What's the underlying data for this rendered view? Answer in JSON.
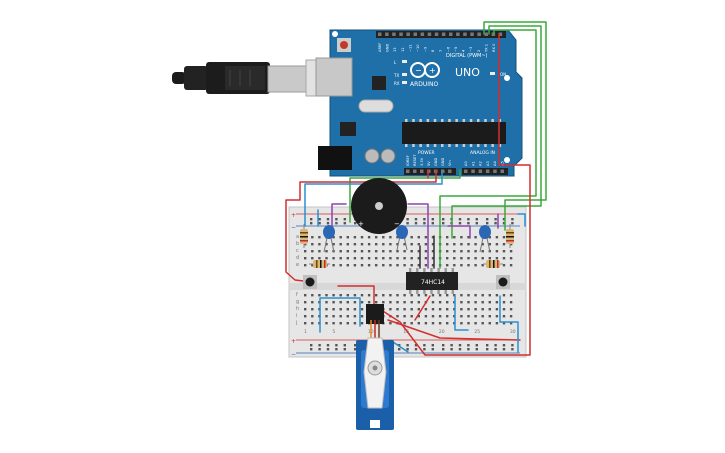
{
  "arduino": {
    "brand": "UNO",
    "logo_text": "ARDUINO",
    "digital_header": "DIGITAL (PWM~)",
    "power_header": "POWER",
    "analog_header": "ANALOG IN",
    "board_color": "#1f6fa8",
    "digital_pin_labels": [
      "AREF",
      "GND",
      "13",
      "12",
      "~11",
      "~10",
      "~9",
      "8",
      "7",
      "~6",
      "~5",
      "4",
      "~3",
      "2",
      "TX 1",
      "RX 0"
    ],
    "power_pin_labels": [
      "IOREF",
      "RESET",
      "3.3V",
      "5V",
      "GND",
      "GND",
      "Vin"
    ],
    "analog_pin_labels": [
      "A0",
      "A1",
      "A2",
      "A3",
      "A4",
      "A5"
    ],
    "led_labels": [
      "L",
      "TX",
      "RX",
      "ON"
    ]
  },
  "chip": {
    "label": "74HC14"
  },
  "buzzer": {
    "plus": "+",
    "minus": "−"
  },
  "breadboard": {
    "rail_plus": "+",
    "rail_minus": "−",
    "row_letters_top": [
      "a",
      "b",
      "c",
      "d",
      "e"
    ],
    "row_letters_bottom": [
      "f",
      "g",
      "h",
      "i",
      "j"
    ],
    "column_numbers": [
      "1",
      "5",
      "10",
      "15",
      "20",
      "25",
      "30"
    ]
  },
  "colors": {
    "wire_red": "#d32f2f",
    "wire_green": "#3aa83a",
    "wire_blue": "#2a8fd0",
    "wire_purple": "#8e44ad",
    "wire_black": "#333333",
    "servo_blue": "#1a5fa8"
  },
  "icons": [
    "usb-cable-icon",
    "capacitor-icon",
    "resistor-icon",
    "pushbutton-icon",
    "servo-icon",
    "buzzer-icon",
    "ic-chip-icon"
  ]
}
